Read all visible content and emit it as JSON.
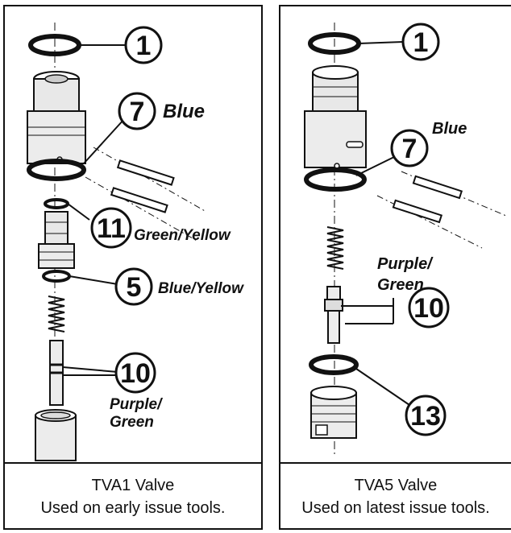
{
  "left_panel": {
    "callouts": [
      {
        "number": "1",
        "label": ""
      },
      {
        "number": "7",
        "label": "Blue"
      },
      {
        "number": "11",
        "label": "Green/Yellow"
      },
      {
        "number": "5",
        "label": "Blue/Yellow"
      },
      {
        "number": "10",
        "label_line1": "Purple/",
        "label_line2": "Green"
      }
    ],
    "caption_line1": "TVA1 Valve",
    "caption_line2": "Used on early issue tools."
  },
  "right_panel": {
    "callouts": [
      {
        "number": "1",
        "label": ""
      },
      {
        "number": "7",
        "label": "Blue"
      },
      {
        "number": "10",
        "label_line1": "Purple/",
        "label_line2": "Green"
      },
      {
        "number": "13",
        "label": ""
      }
    ],
    "caption_line1": "TVA5 Valve",
    "caption_line2": "Used on latest issue tools."
  }
}
